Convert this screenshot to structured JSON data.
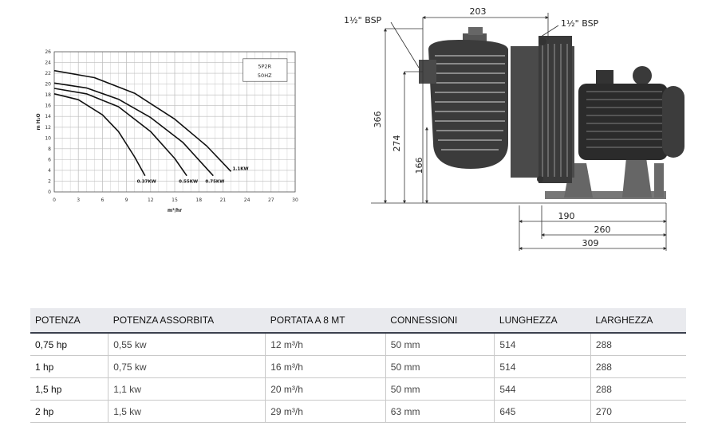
{
  "chart_data": {
    "type": "line",
    "title": "5P2R",
    "subtitle": "50HZ",
    "xlabel": "m³/hr",
    "ylabel": "m H₂O",
    "xlim": [
      0,
      30
    ],
    "ylim": [
      0,
      26
    ],
    "x_ticks": [
      "0",
      "3",
      "6",
      "9",
      "12",
      "15",
      "18",
      "21",
      "24",
      "27",
      "30"
    ],
    "y_ticks": [
      "0",
      "2",
      "4",
      "6",
      "8",
      "10",
      "12",
      "14",
      "16",
      "18",
      "20",
      "22",
      "24",
      "26"
    ],
    "grid": true,
    "series": [
      {
        "name": "0.37KW",
        "x": [
          0,
          3,
          6,
          8,
          10,
          11.3
        ],
        "y": [
          18.2,
          17.1,
          14.3,
          11.2,
          6.5,
          3
        ]
      },
      {
        "name": "0.55KW",
        "x": [
          0,
          4,
          8,
          12,
          15,
          16.5
        ],
        "y": [
          19.2,
          18.2,
          15.8,
          11.2,
          6.2,
          3
        ]
      },
      {
        "name": "0.75KW",
        "x": [
          0,
          4,
          8,
          12,
          16,
          19.8
        ],
        "y": [
          20.2,
          19.3,
          17.2,
          13.8,
          9.2,
          3
        ]
      },
      {
        "name": "1.1KW",
        "x": [
          0,
          5,
          10,
          15,
          19,
          22
        ],
        "y": [
          22.5,
          21.2,
          18.3,
          13.5,
          8.5,
          3.8
        ]
      }
    ]
  },
  "drawing": {
    "labels": {
      "bsp_left": "1½\" BSP",
      "bsp_right": "1½\" BSP",
      "dim_top": "203",
      "dim_366": "366",
      "dim_274": "274",
      "dim_166": "166",
      "dim_190": "190",
      "dim_260": "260",
      "dim_309": "309"
    }
  },
  "table": {
    "headers": [
      "POTENZA",
      "POTENZA ASSORBITA",
      "PORTATA A 8 MT",
      "CONNESSIONI",
      "LUNGHEZZA",
      "LARGHEZZA"
    ],
    "rows": [
      [
        "0,75 hp",
        "0,55 kw",
        "12 m³/h",
        "50 mm",
        "514",
        "288"
      ],
      [
        "1 hp",
        "0,75 kw",
        "16 m³/h",
        "50 mm",
        "514",
        "288"
      ],
      [
        "1,5 hp",
        "1,1 kw",
        "20 m³/h",
        "50 mm",
        "544",
        "288"
      ],
      [
        "2 hp",
        "1,5 kw",
        "29 m³/h",
        "63 mm",
        "645",
        "270"
      ]
    ]
  }
}
